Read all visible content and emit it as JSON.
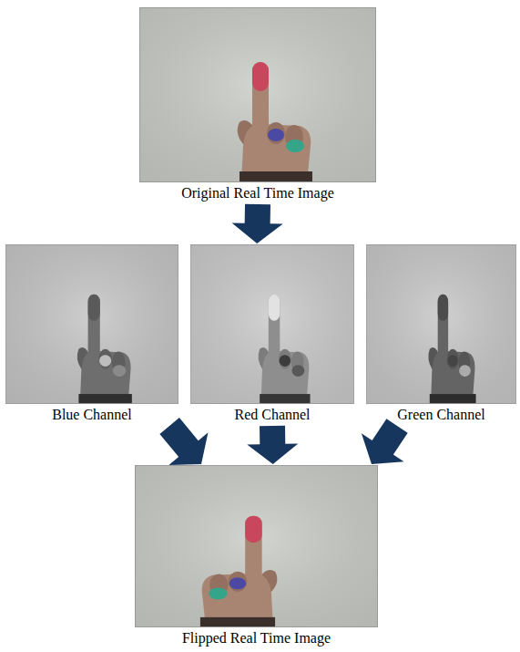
{
  "diagram": {
    "nodes": [
      {
        "text": [
          "Original Real Time Image"
        ]
      },
      {
        "text": [
          "Blue Channel"
        ]
      },
      {
        "text": [
          "Red Channel"
        ]
      },
      {
        "text": [
          "Green Channel"
        ]
      },
      {
        "text": [
          "Flipped Real Time Image"
        ]
      }
    ],
    "edges": [
      {
        "from": 0,
        "to": 2,
        "arrow": "to"
      },
      {
        "from": 1,
        "to": 4,
        "arrow": "to"
      },
      {
        "from": 2,
        "to": 4,
        "arrow": "to"
      },
      {
        "from": 3,
        "to": 4,
        "arrow": "to"
      }
    ]
  }
}
